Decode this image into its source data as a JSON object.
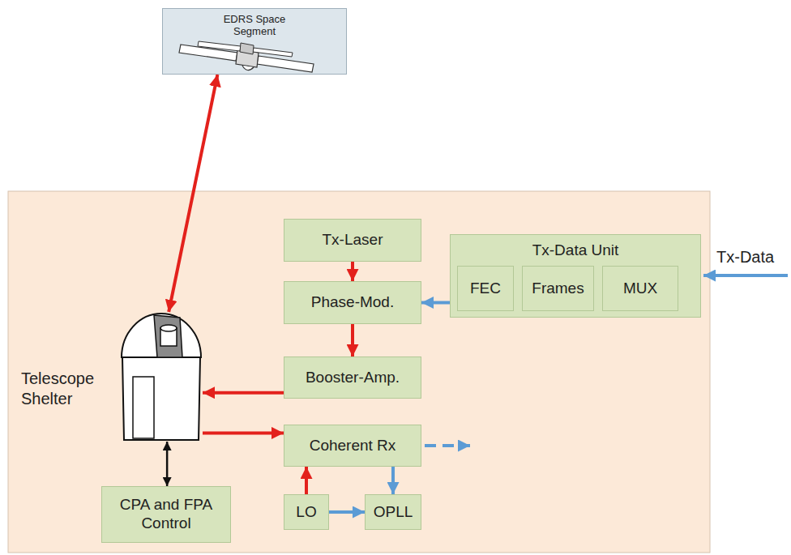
{
  "diagram": {
    "nodes": [
      {
        "text": [
          "EDRS Space Segment"
        ]
      },
      {
        "text": [
          "Tx-Laser"
        ]
      },
      {
        "text": [
          "Phase-Mod."
        ]
      },
      {
        "text": [
          "Booster-Amp."
        ]
      },
      {
        "text": [
          "Tx-Data Unit"
        ]
      },
      {
        "text": [
          "FEC"
        ],
        "in": 4
      },
      {
        "text": [
          "Frames"
        ],
        "in": 4
      },
      {
        "text": [
          "MUX"
        ],
        "in": 4
      },
      {
        "text": [
          "Coherent Rx"
        ]
      },
      {
        "text": [
          "LO"
        ]
      },
      {
        "text": [
          "OPLL"
        ]
      },
      {
        "text": [
          "CPA and FPA Control"
        ]
      },
      {
        "text": [
          "Telescope Shelter"
        ]
      }
    ],
    "edges": [
      {
        "from": 12,
        "to": 0,
        "arrow": "both"
      },
      {
        "from": 1,
        "to": 2,
        "arrow": "to"
      },
      {
        "from": 2,
        "to": 3,
        "arrow": "to"
      },
      {
        "from": 4,
        "to": 2,
        "arrow": "to"
      },
      {
        "from": 3,
        "to": 12,
        "arrow": "to"
      },
      {
        "from": 12,
        "to": 8,
        "arrow": "to"
      },
      {
        "from": 9,
        "to": 8,
        "arrow": "to"
      },
      {
        "from": 9,
        "to": 10,
        "arrow": "to"
      },
      {
        "from": 8,
        "to": 10,
        "arrow": "to"
      },
      {
        "from": 12,
        "to": 11,
        "arrow": "both"
      }
    ],
    "labels": [
      "Tx-Data"
    ]
  }
}
